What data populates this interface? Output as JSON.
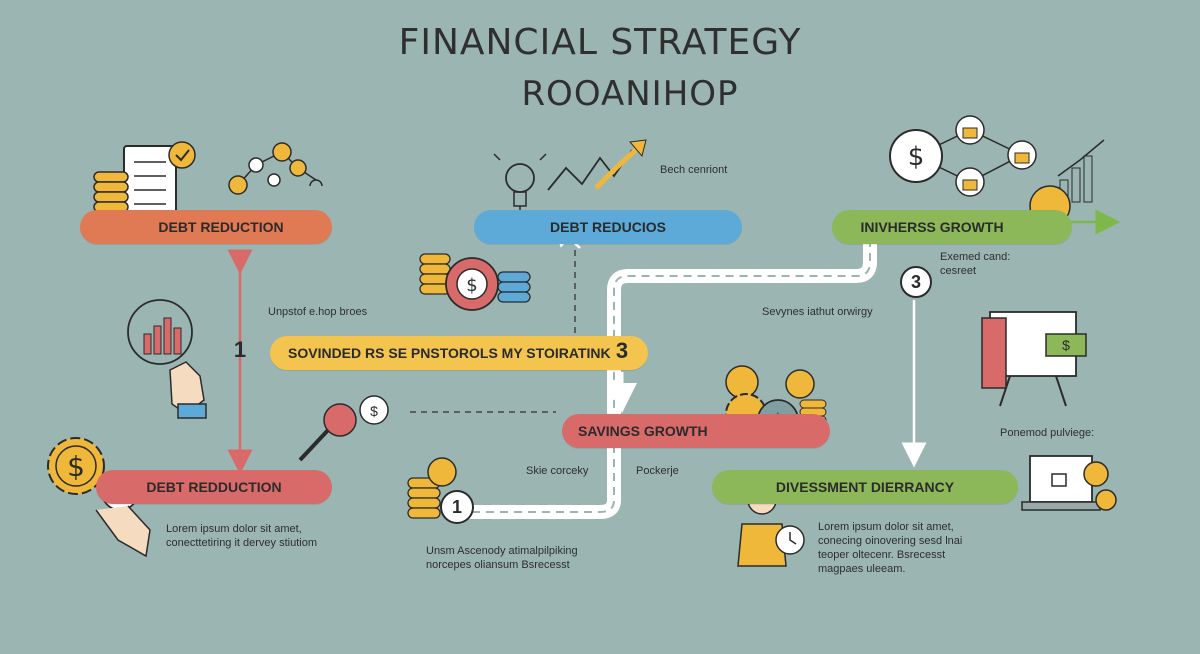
{
  "title": {
    "line1": "FINANCIAL STRATEGY",
    "line2": "ROOANIHOP"
  },
  "stages": {
    "debt_reduction_top": "DEBT REDUCTION",
    "debt_reductios_mid": "DEBT REDUCIOS",
    "inivherss_growth": "INIVHERSS GROWTH",
    "sovinded_bar": "SOVINDED RS SE PNSTOROLS MY STOIRATINK",
    "savings_growth": "SAVINGS GROWTH",
    "debt_redduction_bottom": "DEBT REDDUCTION",
    "divessment": "DIVESSMENT DIERRANCY"
  },
  "numbers": {
    "n1_left": "1",
    "n3_bar": "3",
    "n3_right": "3",
    "n1_bottom": "1"
  },
  "labels": {
    "bech": "Bech cenriont",
    "unpstof": "Unpstof e.hop broes",
    "exemed": "Exemed cand: cesreet",
    "sevynes": "Sevynes iathut orwirgy",
    "skie": "Skie corceky",
    "pockerje": "Pockerje",
    "ponemod": "Ponemod pulviege:",
    "lorem_left": "Lorem ipsum dolor sit amet, conecttetiring it dervey stiutiom",
    "unsm": "Unsm Ascenody atimalpilpiking norcepes oliansum Bsrecesst",
    "lorem_right": "Lorem ipsum dolor sit amet, conecing oinovering sesd lnai teoper oltecenr. Bsrecesst magpaes uleeam."
  },
  "colors": {
    "background": "#9bb5b3",
    "orange": "#e07a55",
    "blue": "#5da9d8",
    "green": "#8db85a",
    "yellow": "#f3c44e",
    "red": "#d96a6a",
    "gold": "#f0b83a"
  },
  "icons": [
    "checklist-icon",
    "coin-stack-icon",
    "dollar-coin-icon",
    "lightbulb-icon",
    "trend-arrow-icon",
    "lock-icon",
    "bar-chart-icon",
    "hand-icon",
    "gear-dollar-icon",
    "key-icon",
    "person-icon",
    "clock-icon",
    "laptop-lock-icon",
    "easel-icon"
  ]
}
